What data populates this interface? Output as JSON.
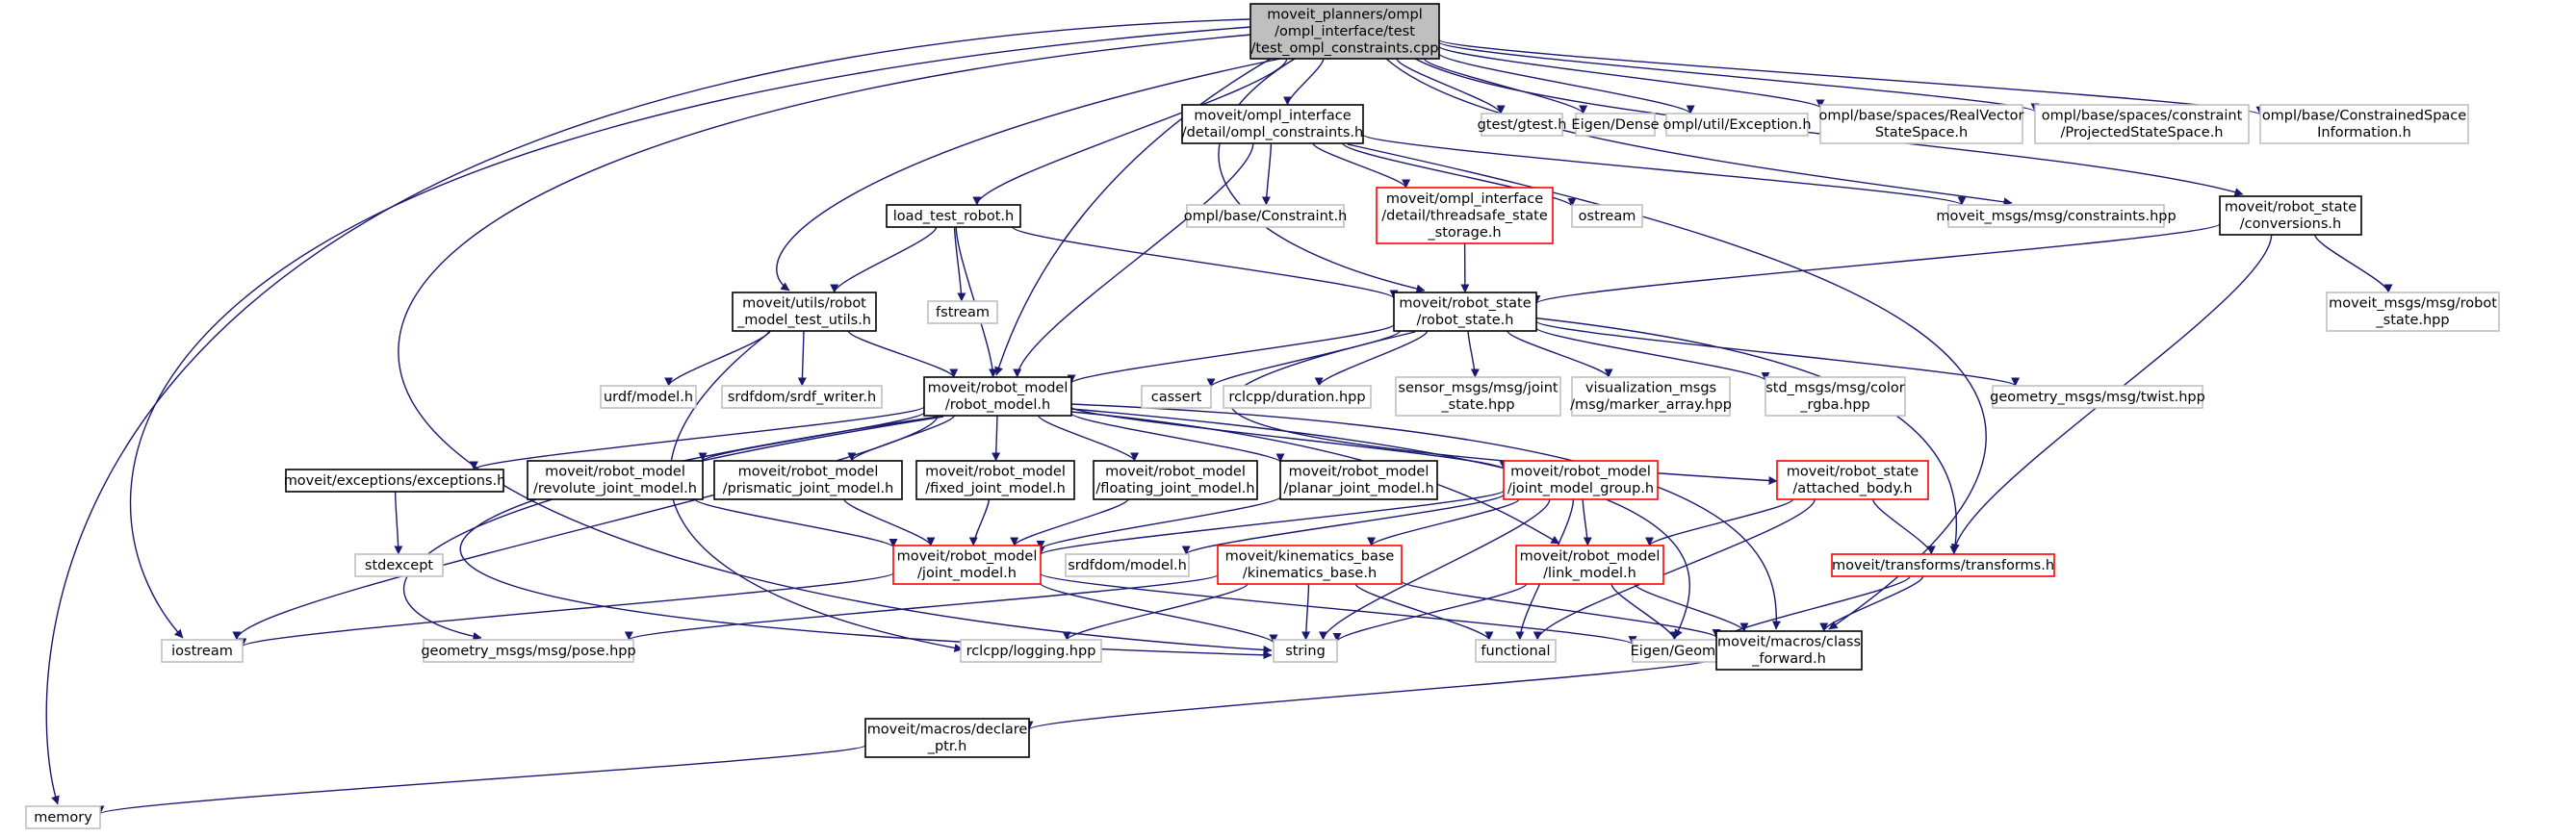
{
  "colors": {
    "root_fill": "#bfbfbf",
    "root_stroke": "#000000",
    "normal_stroke": "#000000",
    "truncated_stroke": "#ff0000",
    "external_stroke": "#bfbfbf",
    "node_fill": "#ffffff",
    "edge": "#191970"
  },
  "nodes": [
    {
      "id": "root",
      "lines": [
        "moveit_planners/ompl",
        "/ompl_interface/test",
        "/test_ompl_constraints.cpp"
      ],
      "kind": "root"
    },
    {
      "id": "ompl_constraints_h",
      "lines": [
        "moveit/ompl_interface",
        "/detail/ompl_constraints.h"
      ],
      "kind": "normal"
    },
    {
      "id": "gtest",
      "lines": [
        "gtest/gtest.h"
      ],
      "kind": "external"
    },
    {
      "id": "eigen_dense",
      "lines": [
        "Eigen/Dense"
      ],
      "kind": "external"
    },
    {
      "id": "ompl_exception",
      "lines": [
        "ompl/util/Exception.h"
      ],
      "kind": "external"
    },
    {
      "id": "realvector",
      "lines": [
        "ompl/base/spaces/RealVector",
        "StateSpace.h"
      ],
      "kind": "external"
    },
    {
      "id": "projected",
      "lines": [
        "ompl/base/spaces/constraint",
        "/ProjectedStateSpace.h"
      ],
      "kind": "external"
    },
    {
      "id": "constrained_si",
      "lines": [
        "ompl/base/ConstrainedSpace",
        "Information.h"
      ],
      "kind": "external"
    },
    {
      "id": "load_test_robot",
      "lines": [
        "load_test_robot.h"
      ],
      "kind": "normal"
    },
    {
      "id": "ompl_constraint",
      "lines": [
        "ompl/base/Constraint.h"
      ],
      "kind": "external"
    },
    {
      "id": "threadsafe",
      "lines": [
        "moveit/ompl_interface",
        "/detail/threadsafe_state",
        "_storage.h"
      ],
      "kind": "truncated"
    },
    {
      "id": "ostream",
      "lines": [
        "ostream"
      ],
      "kind": "external"
    },
    {
      "id": "constraints_hpp",
      "lines": [
        "moveit_msgs/msg/constraints.hpp"
      ],
      "kind": "external"
    },
    {
      "id": "conversions",
      "lines": [
        "moveit/robot_state",
        "/conversions.h"
      ],
      "kind": "normal"
    },
    {
      "id": "robot_model_test_utils",
      "lines": [
        "moveit/utils/robot",
        "_model_test_utils.h"
      ],
      "kind": "normal"
    },
    {
      "id": "fstream",
      "lines": [
        "fstream"
      ],
      "kind": "external"
    },
    {
      "id": "robot_state_h",
      "lines": [
        "moveit/robot_state",
        "/robot_state.h"
      ],
      "kind": "normal"
    },
    {
      "id": "robot_state_hpp",
      "lines": [
        "moveit_msgs/msg/robot",
        "_state.hpp"
      ],
      "kind": "external"
    },
    {
      "id": "urdf_model",
      "lines": [
        "urdf/model.h"
      ],
      "kind": "external"
    },
    {
      "id": "srdf_writer",
      "lines": [
        "srdfdom/srdf_writer.h"
      ],
      "kind": "external"
    },
    {
      "id": "robot_model_h",
      "lines": [
        "moveit/robot_model",
        "/robot_model.h"
      ],
      "kind": "normal"
    },
    {
      "id": "cassert",
      "lines": [
        "cassert"
      ],
      "kind": "external"
    },
    {
      "id": "rclcpp_duration",
      "lines": [
        "rclcpp/duration.hpp"
      ],
      "kind": "external"
    },
    {
      "id": "joint_state_hpp",
      "lines": [
        "sensor_msgs/msg/joint",
        "_state.hpp"
      ],
      "kind": "external"
    },
    {
      "id": "marker_array",
      "lines": [
        "visualization_msgs",
        "/msg/marker_array.hpp"
      ],
      "kind": "external"
    },
    {
      "id": "color_rgba",
      "lines": [
        "std_msgs/msg/color",
        "_rgba.hpp"
      ],
      "kind": "external"
    },
    {
      "id": "twist",
      "lines": [
        "geometry_msgs/msg/twist.hpp"
      ],
      "kind": "external"
    },
    {
      "id": "exceptions",
      "lines": [
        "moveit/exceptions/exceptions.h"
      ],
      "kind": "normal"
    },
    {
      "id": "revolute",
      "lines": [
        "moveit/robot_model",
        "/revolute_joint_model.h"
      ],
      "kind": "normal"
    },
    {
      "id": "prismatic",
      "lines": [
        "moveit/robot_model",
        "/prismatic_joint_model.h"
      ],
      "kind": "normal"
    },
    {
      "id": "fixed",
      "lines": [
        "moveit/robot_model",
        "/fixed_joint_model.h"
      ],
      "kind": "normal"
    },
    {
      "id": "floating",
      "lines": [
        "moveit/robot_model",
        "/floating_joint_model.h"
      ],
      "kind": "normal"
    },
    {
      "id": "planar",
      "lines": [
        "moveit/robot_model",
        "/planar_joint_model.h"
      ],
      "kind": "normal"
    },
    {
      "id": "joint_model_group",
      "lines": [
        "moveit/robot_model",
        "/joint_model_group.h"
      ],
      "kind": "truncated"
    },
    {
      "id": "attached_body",
      "lines": [
        "moveit/robot_state",
        "/attached_body.h"
      ],
      "kind": "truncated"
    },
    {
      "id": "stdexcept",
      "lines": [
        "stdexcept"
      ],
      "kind": "external"
    },
    {
      "id": "joint_model_h",
      "lines": [
        "moveit/robot_model",
        "/joint_model.h"
      ],
      "kind": "truncated"
    },
    {
      "id": "srdf_model",
      "lines": [
        "srdfdom/model.h"
      ],
      "kind": "external"
    },
    {
      "id": "kinematics_base",
      "lines": [
        "moveit/kinematics_base",
        "/kinematics_base.h"
      ],
      "kind": "truncated"
    },
    {
      "id": "link_model",
      "lines": [
        "moveit/robot_model",
        "/link_model.h"
      ],
      "kind": "truncated"
    },
    {
      "id": "transforms",
      "lines": [
        "moveit/transforms/transforms.h"
      ],
      "kind": "truncated"
    },
    {
      "id": "iostream",
      "lines": [
        "iostream"
      ],
      "kind": "external"
    },
    {
      "id": "pose_hpp",
      "lines": [
        "geometry_msgs/msg/pose.hpp"
      ],
      "kind": "external"
    },
    {
      "id": "rclcpp_logging",
      "lines": [
        "rclcpp/logging.hpp"
      ],
      "kind": "external"
    },
    {
      "id": "string",
      "lines": [
        "string"
      ],
      "kind": "external"
    },
    {
      "id": "functional",
      "lines": [
        "functional"
      ],
      "kind": "external"
    },
    {
      "id": "eigen_geometry",
      "lines": [
        "Eigen/Geometry"
      ],
      "kind": "external"
    },
    {
      "id": "class_forward",
      "lines": [
        "moveit/macros/class",
        "_forward.h"
      ],
      "kind": "normal"
    },
    {
      "id": "declare_ptr",
      "lines": [
        "moveit/macros/declare",
        "_ptr.h"
      ],
      "kind": "normal"
    },
    {
      "id": "memory",
      "lines": [
        "memory"
      ],
      "kind": "external"
    }
  ],
  "edges": [
    [
      "root",
      "ompl_constraints_h"
    ],
    [
      "root",
      "gtest"
    ],
    [
      "root",
      "eigen_dense"
    ],
    [
      "root",
      "ompl_exception"
    ],
    [
      "root",
      "realvector"
    ],
    [
      "root",
      "projected"
    ],
    [
      "root",
      "constrained_si"
    ],
    [
      "root",
      "load_test_robot"
    ],
    [
      "root",
      "robot_model_test_utils"
    ],
    [
      "root",
      "robot_model_h"
    ],
    [
      "root",
      "robot_state_h"
    ],
    [
      "root",
      "constraints_hpp"
    ],
    [
      "root",
      "conversions"
    ],
    [
      "root",
      "iostream"
    ],
    [
      "root",
      "string"
    ],
    [
      "root",
      "memory"
    ],
    [
      "ompl_constraints_h",
      "ompl_constraint"
    ],
    [
      "ompl_constraints_h",
      "threadsafe"
    ],
    [
      "ompl_constraints_h",
      "ostream"
    ],
    [
      "ompl_constraints_h",
      "constraints_hpp"
    ],
    [
      "ompl_constraints_h",
      "robot_model_h"
    ],
    [
      "ompl_constraints_h",
      "class_forward"
    ],
    [
      "threadsafe",
      "robot_state_h"
    ],
    [
      "load_test_robot",
      "fstream"
    ],
    [
      "load_test_robot",
      "robot_model_test_utils"
    ],
    [
      "load_test_robot",
      "robot_model_h"
    ],
    [
      "load_test_robot",
      "robot_state_h"
    ],
    [
      "conversions",
      "robot_state_h"
    ],
    [
      "conversions",
      "robot_state_hpp"
    ],
    [
      "conversions",
      "transforms"
    ],
    [
      "robot_model_test_utils",
      "urdf_model"
    ],
    [
      "robot_model_test_utils",
      "srdf_writer"
    ],
    [
      "robot_model_test_utils",
      "robot_model_h"
    ],
    [
      "robot_model_test_utils",
      "rclcpp_logging"
    ],
    [
      "robot_state_h",
      "robot_model_h"
    ],
    [
      "robot_state_h",
      "cassert"
    ],
    [
      "robot_state_h",
      "rclcpp_duration"
    ],
    [
      "robot_state_h",
      "joint_state_hpp"
    ],
    [
      "robot_state_h",
      "marker_array"
    ],
    [
      "robot_state_h",
      "color_rgba"
    ],
    [
      "robot_state_h",
      "twist"
    ],
    [
      "robot_state_h",
      "transforms"
    ],
    [
      "robot_state_h",
      "attached_body"
    ],
    [
      "robot_model_h",
      "exceptions"
    ],
    [
      "robot_model_h",
      "revolute"
    ],
    [
      "robot_model_h",
      "prismatic"
    ],
    [
      "robot_model_h",
      "fixed"
    ],
    [
      "robot_model_h",
      "floating"
    ],
    [
      "robot_model_h",
      "planar"
    ],
    [
      "robot_model_h",
      "joint_model_group"
    ],
    [
      "robot_model_h",
      "link_model"
    ],
    [
      "robot_model_h",
      "iostream"
    ],
    [
      "robot_model_h",
      "pose_hpp"
    ],
    [
      "robot_model_h",
      "string"
    ],
    [
      "robot_model_h",
      "eigen_geometry"
    ],
    [
      "robot_model_h",
      "class_forward"
    ],
    [
      "exceptions",
      "stdexcept"
    ],
    [
      "revolute",
      "joint_model_h"
    ],
    [
      "prismatic",
      "joint_model_h"
    ],
    [
      "fixed",
      "joint_model_h"
    ],
    [
      "floating",
      "joint_model_h"
    ],
    [
      "planar",
      "joint_model_h"
    ],
    [
      "joint_model_group",
      "joint_model_h"
    ],
    [
      "joint_model_group",
      "srdf_model"
    ],
    [
      "joint_model_group",
      "kinematics_base"
    ],
    [
      "joint_model_group",
      "link_model"
    ],
    [
      "joint_model_group",
      "string"
    ],
    [
      "joint_model_group",
      "functional"
    ],
    [
      "attached_body",
      "link_model"
    ],
    [
      "attached_body",
      "transforms"
    ],
    [
      "attached_body",
      "functional"
    ],
    [
      "joint_model_h",
      "iostream"
    ],
    [
      "joint_model_h",
      "string"
    ],
    [
      "joint_model_h",
      "eigen_geometry"
    ],
    [
      "kinematics_base",
      "pose_hpp"
    ],
    [
      "kinematics_base",
      "rclcpp_logging"
    ],
    [
      "kinematics_base",
      "string"
    ],
    [
      "kinematics_base",
      "functional"
    ],
    [
      "kinematics_base",
      "class_forward"
    ],
    [
      "link_model",
      "string"
    ],
    [
      "link_model",
      "eigen_geometry"
    ],
    [
      "link_model",
      "class_forward"
    ],
    [
      "transforms",
      "eigen_geometry"
    ],
    [
      "transforms",
      "class_forward"
    ],
    [
      "class_forward",
      "declare_ptr"
    ],
    [
      "declare_ptr",
      "memory"
    ]
  ]
}
